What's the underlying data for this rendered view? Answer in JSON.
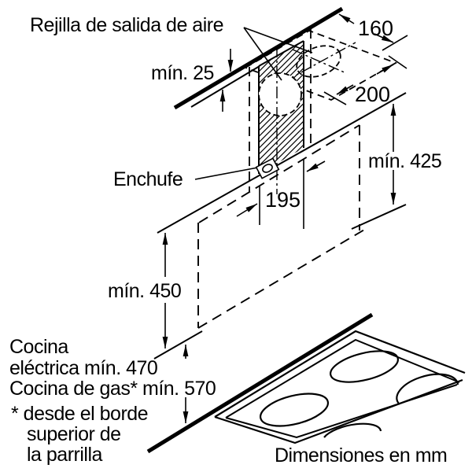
{
  "diagram": {
    "labels": {
      "air_grille": "Rejilla de salida de aire",
      "plug": "Enchufe",
      "units_note": "Dimensiones en mm"
    },
    "dimensions": {
      "min_gap_top": "mín. 25",
      "duct_depth": "160",
      "duct_width": "200",
      "min_height_right": "mín. 425",
      "chimney_width": "195",
      "min_height_left": "mín. 450"
    },
    "clearance_text": {
      "line1": "Cocina",
      "line2": "eléctrica mín. 470",
      "line3": "Cocina de gas* mín. 570"
    },
    "footnote": {
      "line1": "* desde el borde",
      "line2": "superior de",
      "line3": "la parrilla"
    },
    "colors": {
      "ink": "#000000",
      "background": "#ffffff"
    }
  }
}
